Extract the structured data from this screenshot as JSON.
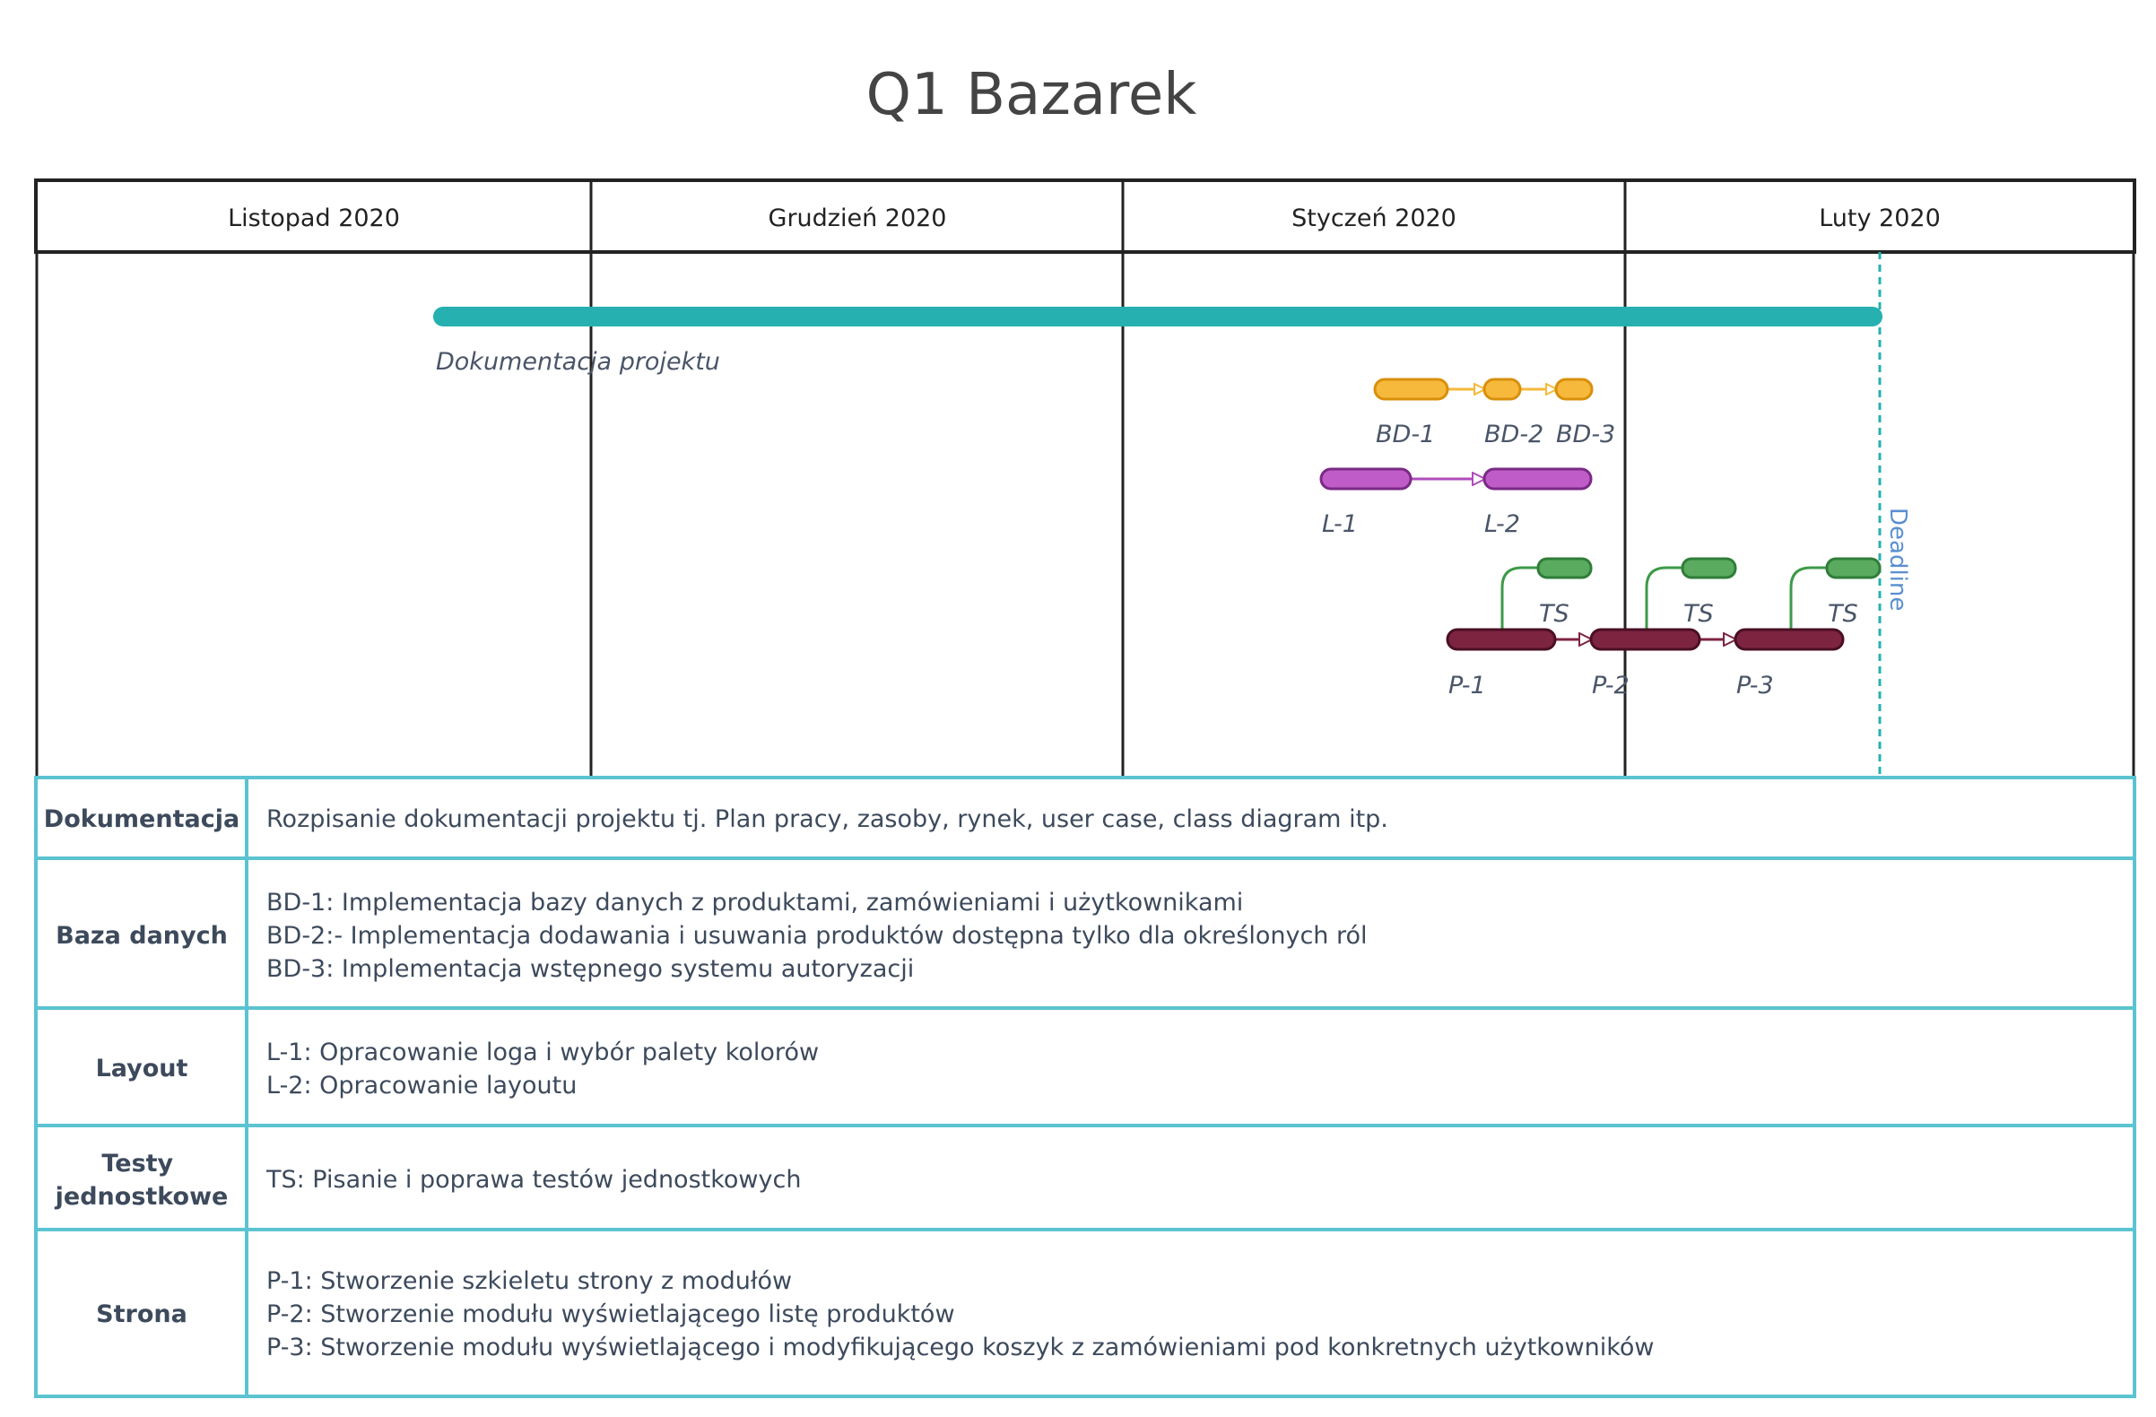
{
  "title": "Q1 Bazarek",
  "months": [
    "Listopad 2020",
    "Grudzień 2020",
    "Styczeń 2020",
    "Luty 2020"
  ],
  "deadline_label": "Deadline",
  "colors": {
    "documentation": "#26b0b0",
    "database": "#f6b93b",
    "database_stroke": "#d98f0b",
    "layout": "#c05cc8",
    "layout_stroke": "#7a2a86",
    "tests": "#5aaa5f",
    "tests_stroke": "#2f7d39",
    "page": "#7d2440",
    "page_stroke": "#4a0f24",
    "table_border": "#5bc3d1",
    "grid": "#222222"
  },
  "bars": {
    "doc": "Dokumentacja projektu",
    "bd1": "BD-1",
    "bd2": "BD-2",
    "bd3": "BD-3",
    "l1": "L-1",
    "l2": "L-2",
    "ts1": "TS",
    "ts2": "TS",
    "ts3": "TS",
    "p1": "P-1",
    "p2": "P-2",
    "p3": "P-3"
  },
  "legend": [
    {
      "category": [
        "Dokumentacja"
      ],
      "lines": [
        "Rozpisanie dokumentacji projektu tj. Plan pracy, zasoby, rynek, user case, class diagram itp."
      ]
    },
    {
      "category": [
        "Baza danych"
      ],
      "lines": [
        "BD-1: Implementacja bazy danych z produktami, zamówieniami i użytkownikami",
        "BD-2:- Implementacja dodawania i usuwania produktów dostępna tylko dla określonych ról",
        "BD-3: Implementacja wstępnego systemu autoryzacji"
      ]
    },
    {
      "category": [
        "Layout"
      ],
      "lines": [
        "L-1: Opracowanie loga i wybór palety kolorów",
        "L-2:  Opracowanie layoutu"
      ]
    },
    {
      "category": [
        "Testy",
        "jednostkowe"
      ],
      "lines": [
        "TS: Pisanie i poprawa testów jednostkowych"
      ]
    },
    {
      "category": [
        "Strona"
      ],
      "lines": [
        "P-1: Stworzenie szkieletu strony z modułów",
        "P-2: Stworzenie modułu wyświetlającego listę produktów",
        "P-3: Stworzenie modułu wyświetlającego i modyfikującego koszyk z zamówieniami pod konkretnych użytkowników"
      ]
    }
  ]
}
